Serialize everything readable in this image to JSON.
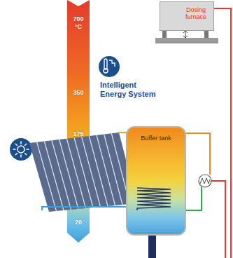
{
  "diagram": {
    "nodes": [
      {
        "text": [
          "Dosing furnace"
        ]
      },
      {
        "text": [
          "Buffer tank"
        ]
      }
    ],
    "labels": [
      "700 °C",
      "350",
      "175",
      "20",
      "Intelligent Energy System"
    ]
  }
}
